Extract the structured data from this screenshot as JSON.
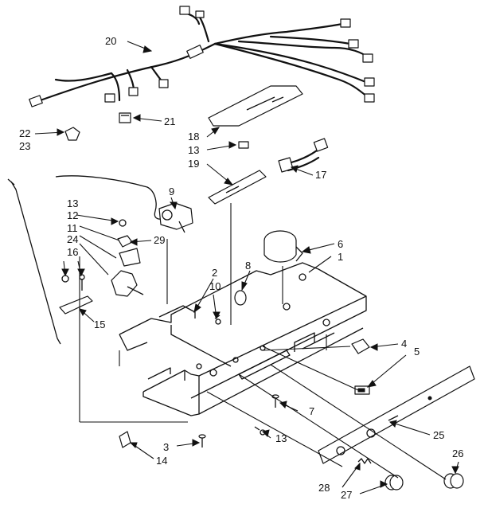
{
  "labels": {
    "l1": "1",
    "l2": "2",
    "l3": "3",
    "l4": "4",
    "l5": "5",
    "l6": "6",
    "l7": "7",
    "l8": "8",
    "l9": "9",
    "l10": "10",
    "l11": "11",
    "l12": "12",
    "l13a": "13",
    "l13b": "13",
    "l13c": "13",
    "l14": "14",
    "l15": "15",
    "l16": "16",
    "l17": "17",
    "l18": "18",
    "l19": "19",
    "l20": "20",
    "l21": "21",
    "l22": "22",
    "l23": "23",
    "l24": "24",
    "l25": "25",
    "l26": "26",
    "l27": "27",
    "l28": "28",
    "l29": "29"
  }
}
